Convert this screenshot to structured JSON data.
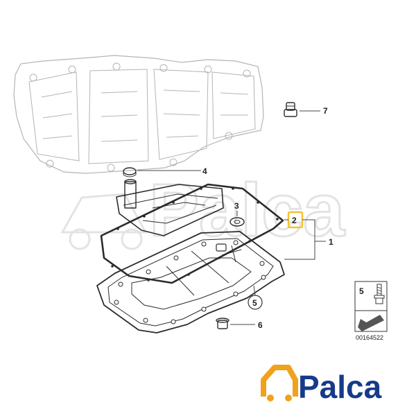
{
  "callouts": {
    "c1": "1",
    "c2": "2",
    "c3": "3",
    "c4": "4",
    "c5": "5",
    "c6": "6",
    "c7": "7"
  },
  "legend": {
    "number": "5"
  },
  "catalog_number": "00164522",
  "watermark_text": "Palca",
  "logo_text": "Palca",
  "colors": {
    "highlight": "#f2c230",
    "logo_blue": "#173a8a",
    "logo_orange": "#f0a21c",
    "line": "#2b2b2b",
    "ghost": "#b4b4b4"
  }
}
